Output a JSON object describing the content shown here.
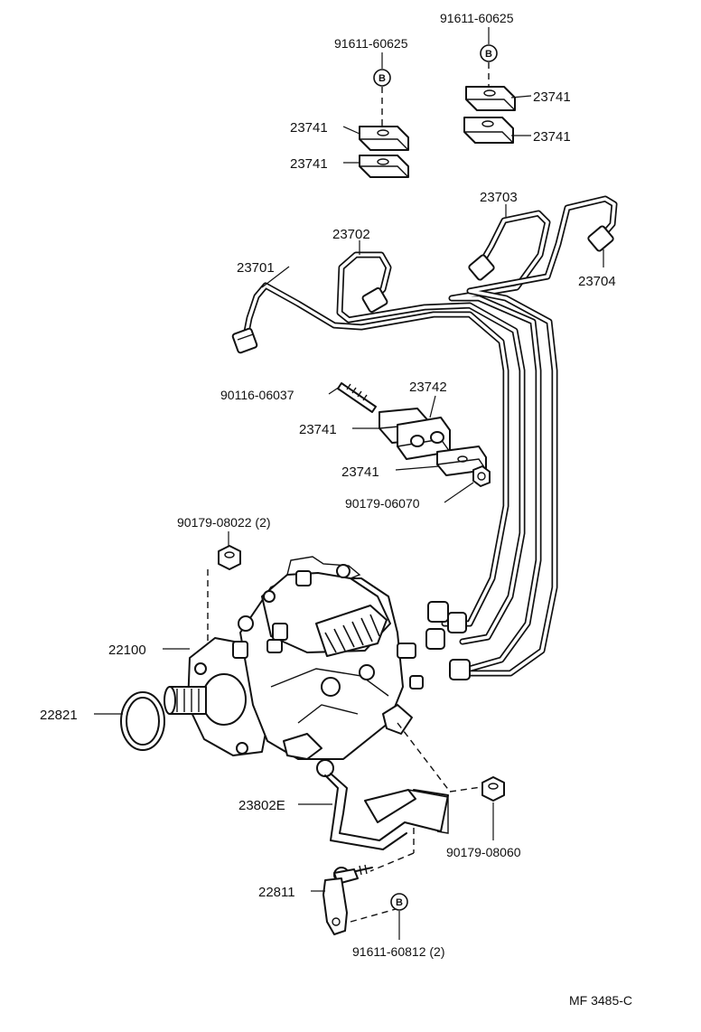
{
  "labels": {
    "clip_left_bolt": "91611-60625",
    "clip_right_bolt": "91611-60625",
    "clip_left_upper": "23741",
    "clip_left_lower": "23741",
    "clip_right_upper": "23741",
    "clip_right_lower": "23741",
    "pipe_1": "23701",
    "pipe_2": "23702",
    "pipe_3": "23703",
    "pipe_4": "23704",
    "stud": "90116-06037",
    "clamp_block": "23742",
    "clamp_upper": "23741",
    "clamp_lower": "23741",
    "clamp_nut": "90179-06070",
    "pump_nut": "90179-08022 (2)",
    "pump": "22100",
    "o_ring": "22821",
    "bracket": "23802E",
    "bracket_nut": "90179-08060",
    "lever": "22811",
    "lever_bolt": "91611-60812 (2)",
    "catalog_ref": "MF 3485-C"
  },
  "bubble_letter": "B",
  "icons": {
    "bolt": "bolt-icon",
    "nut": "hex-nut-icon",
    "clip": "pipe-clip-icon",
    "pipe": "injection-pipe-icon",
    "pump": "injection-pump-icon",
    "o_ring": "o-ring-icon",
    "bracket": "bracket-icon",
    "lever": "lever-icon"
  }
}
